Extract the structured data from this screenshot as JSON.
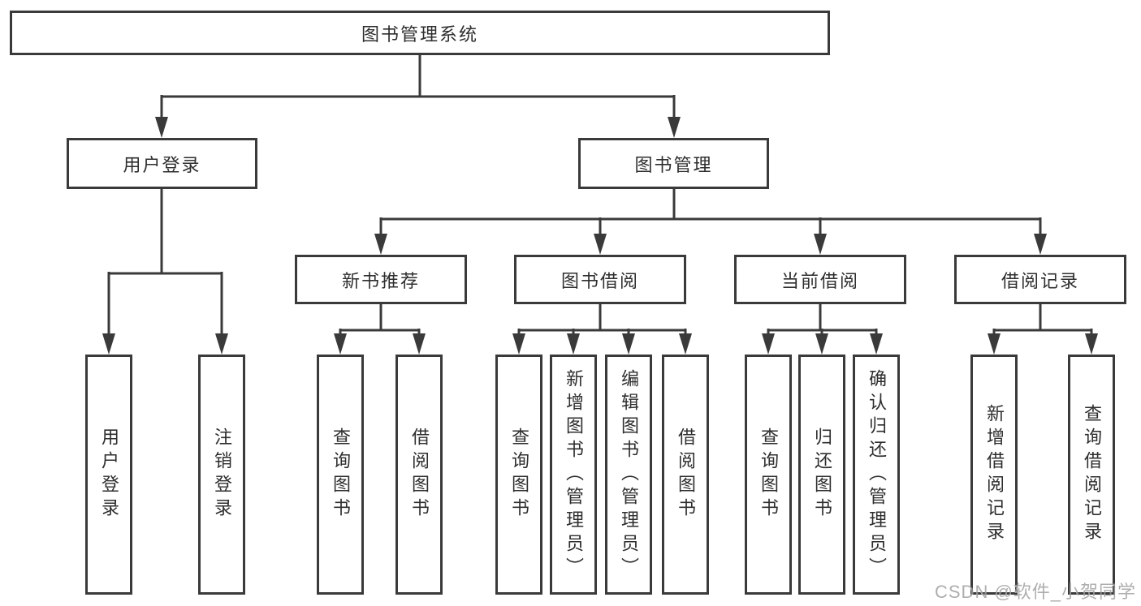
{
  "diagram_title": "图书管理系统",
  "nodes": {
    "root": "图书管理系统",
    "level2": [
      "用户登录",
      "图书管理"
    ],
    "level3": [
      "新书推荐",
      "图书借阅",
      "当前借阅",
      "借阅记录"
    ],
    "level4": {
      "user_login": [
        "用户登录",
        "注销登录"
      ],
      "new_book": [
        "查询图书",
        "借阅图书"
      ],
      "book_borrow": [
        "查询图书",
        "新增图书（管理员）",
        "编辑图书（管理员）",
        "借阅图书"
      ],
      "current_borrow": [
        "查询图书",
        "归还图书",
        "确认归还（管理员）"
      ],
      "borrow_record": [
        "新增借阅记录",
        "查询借阅记录"
      ]
    }
  },
  "watermark": {
    "text": "CSDN @软件_小贺同学"
  },
  "colors": {
    "line": "#3a3a3a",
    "box_border": "#3a3a3a",
    "text": "#2e2e2e",
    "watermark": "#9d9d9d",
    "background": "#ffffff"
  }
}
